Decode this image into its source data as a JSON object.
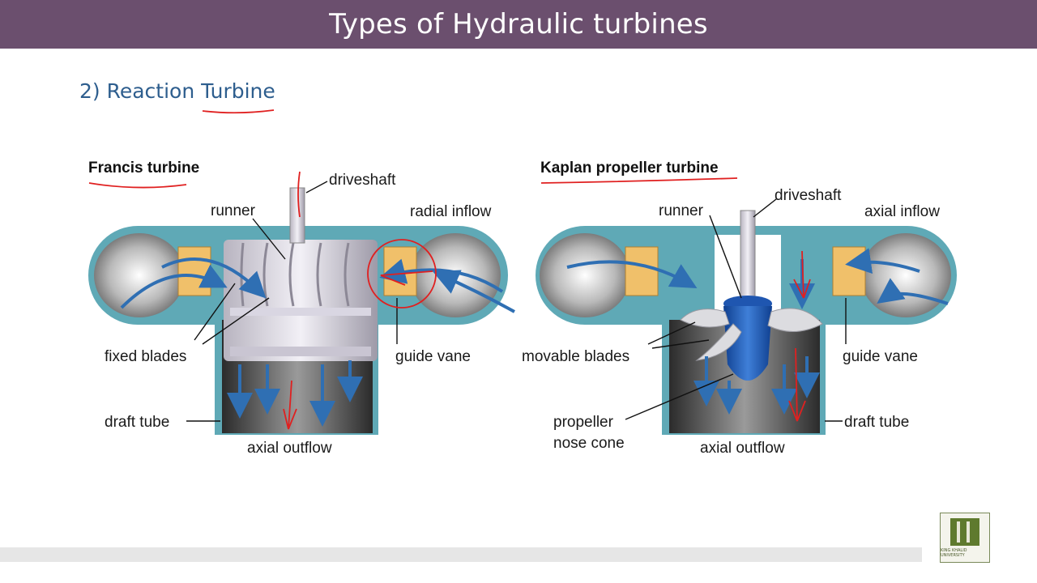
{
  "slide": {
    "title": "Types of Hydraulic turbines",
    "subtitle": "2) Reaction Turbine"
  },
  "francis": {
    "heading": "Francis turbine",
    "labels": {
      "driveshaft": "driveshaft",
      "runner": "runner",
      "radial_inflow": "radial inflow",
      "fixed_blades": "fixed blades",
      "guide_vane": "guide vane",
      "draft_tube": "draft tube",
      "axial_outflow": "axial outflow"
    }
  },
  "kaplan": {
    "heading": "Kaplan propeller turbine",
    "labels": {
      "driveshaft": "driveshaft",
      "runner": "runner",
      "axial_inflow": "axial inflow",
      "movable_blades": "movable blades",
      "guide_vane": "guide vane",
      "propeller": "propeller",
      "nose_cone": "nose cone",
      "draft_tube": "draft tube",
      "axial_outflow": "axial outflow"
    }
  },
  "colors": {
    "title_bar": "#6b4f6e",
    "subtitle": "#2e5e8e",
    "casing": "#5fa9b6",
    "water_arrows": "#2f6fb3",
    "guide_vane": "#f0c06a",
    "ink_annotation": "#e02020"
  },
  "logo": {
    "caption": "KING KHALID UNIVERSITY"
  }
}
